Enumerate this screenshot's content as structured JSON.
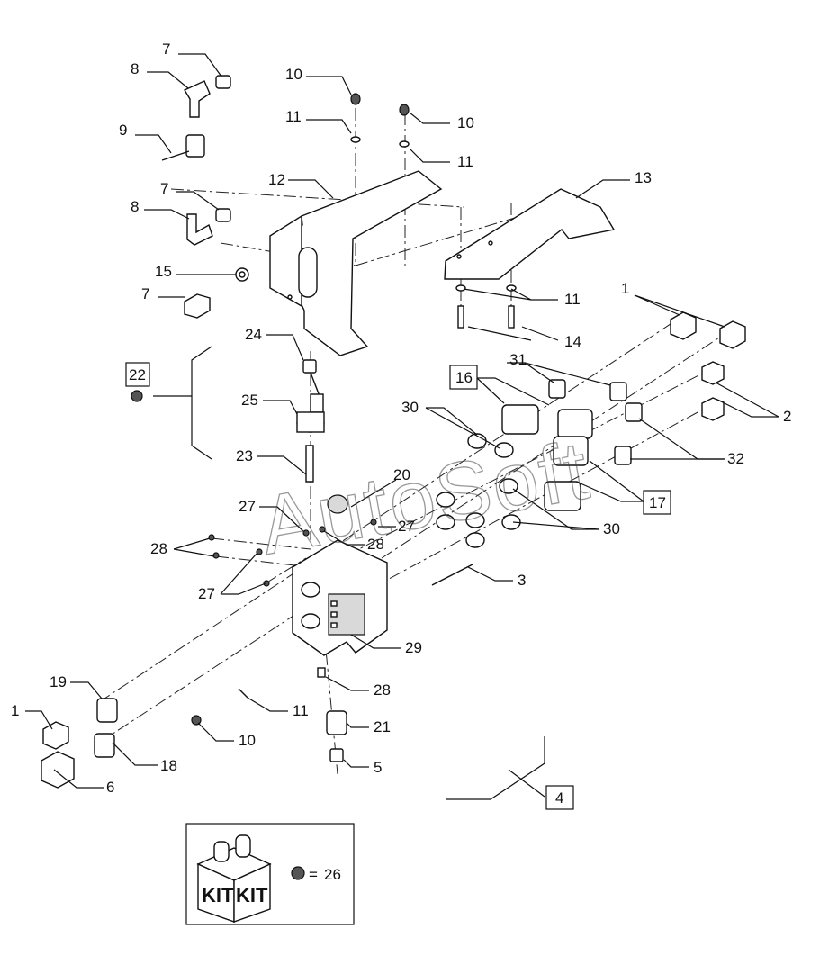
{
  "diagram": {
    "watermark": "AutoSoft",
    "callouts": [
      {
        "id": "c7a",
        "text": "7"
      },
      {
        "id": "c8a",
        "text": "8"
      },
      {
        "id": "c9",
        "text": "9"
      },
      {
        "id": "c7b",
        "text": "7"
      },
      {
        "id": "c8b",
        "text": "8"
      },
      {
        "id": "c15",
        "text": "15"
      },
      {
        "id": "c7c",
        "text": "7"
      },
      {
        "id": "c10a",
        "text": "10"
      },
      {
        "id": "c11a",
        "text": "11"
      },
      {
        "id": "c10b",
        "text": "10"
      },
      {
        "id": "c11b",
        "text": "11"
      },
      {
        "id": "c12",
        "text": "12"
      },
      {
        "id": "c13",
        "text": "13"
      },
      {
        "id": "c11c",
        "text": "11"
      },
      {
        "id": "c14",
        "text": "14"
      },
      {
        "id": "c1a",
        "text": "1"
      },
      {
        "id": "c24",
        "text": "24"
      },
      {
        "id": "c22",
        "text": "22"
      },
      {
        "id": "c25",
        "text": "25"
      },
      {
        "id": "c31",
        "text": "31"
      },
      {
        "id": "c16",
        "text": "16"
      },
      {
        "id": "c30a",
        "text": "30"
      },
      {
        "id": "c2",
        "text": "2"
      },
      {
        "id": "c23",
        "text": "23"
      },
      {
        "id": "c20",
        "text": "20"
      },
      {
        "id": "c32",
        "text": "32"
      },
      {
        "id": "c17",
        "text": "17"
      },
      {
        "id": "c27a",
        "text": "27"
      },
      {
        "id": "c27b",
        "text": "27"
      },
      {
        "id": "c28a",
        "text": "28"
      },
      {
        "id": "c28b",
        "text": "28"
      },
      {
        "id": "c30b",
        "text": "30"
      },
      {
        "id": "c3",
        "text": "3"
      },
      {
        "id": "c27c",
        "text": "27"
      },
      {
        "id": "c29",
        "text": "29"
      },
      {
        "id": "c19",
        "text": "19"
      },
      {
        "id": "c28c",
        "text": "28"
      },
      {
        "id": "c1b",
        "text": "1"
      },
      {
        "id": "c11d",
        "text": "11"
      },
      {
        "id": "c21",
        "text": "21"
      },
      {
        "id": "c10c",
        "text": "10"
      },
      {
        "id": "c18",
        "text": "18"
      },
      {
        "id": "c5",
        "text": "5"
      },
      {
        "id": "c4",
        "text": "4"
      },
      {
        "id": "c6",
        "text": "6"
      }
    ],
    "kit": {
      "box_left": "KIT",
      "box_right": "KIT",
      "equals": "=",
      "number": "26"
    }
  }
}
